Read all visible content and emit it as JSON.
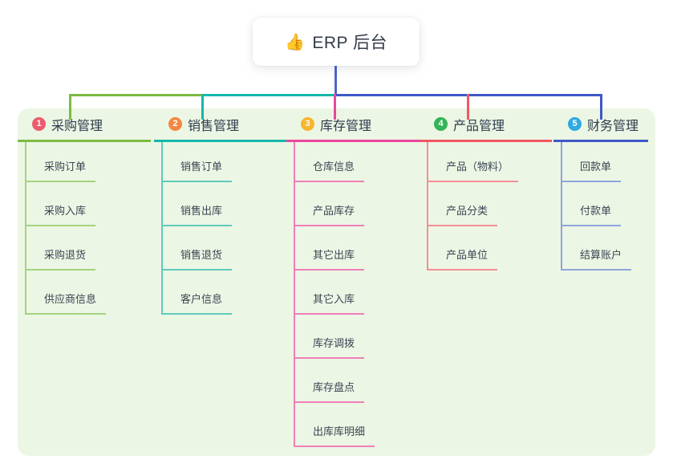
{
  "root": {
    "icon": "👍",
    "title": "ERP 后台"
  },
  "colors": {
    "canvas_bg": "#ffffff",
    "panel_bg": "#ecf6e4",
    "root_connector": "#5063ce",
    "title_text": "#2d3b4e",
    "child_text": "#3c4554"
  },
  "branches": [
    {
      "badge": "1",
      "title": "采购管理",
      "badge_color": "#ee5b6e",
      "line_color": "#7dbb43",
      "child_line_color": "#a3d37f",
      "children": [
        "采购订单",
        "采购入库",
        "采购退货",
        "供应商信息"
      ]
    },
    {
      "badge": "2",
      "title": "销售管理",
      "badge_color": "#f48843",
      "line_color": "#16b7ab",
      "child_line_color": "#5ecabe",
      "children": [
        "销售订单",
        "销售出库",
        "销售退货",
        "客户信息"
      ]
    },
    {
      "badge": "3",
      "title": "库存管理",
      "badge_color": "#f6b52e",
      "line_color": "#e9489c",
      "child_line_color": "#f07fba",
      "children": [
        "仓库信息",
        "产品库存",
        "其它出库",
        "其它入库",
        "库存调拨",
        "库存盘点",
        "出库库明细"
      ]
    },
    {
      "badge": "4",
      "title": "产品管理",
      "badge_color": "#33b457",
      "line_color": "#f25665",
      "child_line_color": "#f68e98",
      "children": [
        "产品（物料）",
        "产品分类",
        "产品单位"
      ]
    },
    {
      "badge": "5",
      "title": "财务管理",
      "badge_color": "#2fa9e1",
      "line_color": "#3e59c6",
      "child_line_color": "#8fa5dd",
      "children": [
        "回款单",
        "付款单",
        "结算账户"
      ]
    }
  ]
}
